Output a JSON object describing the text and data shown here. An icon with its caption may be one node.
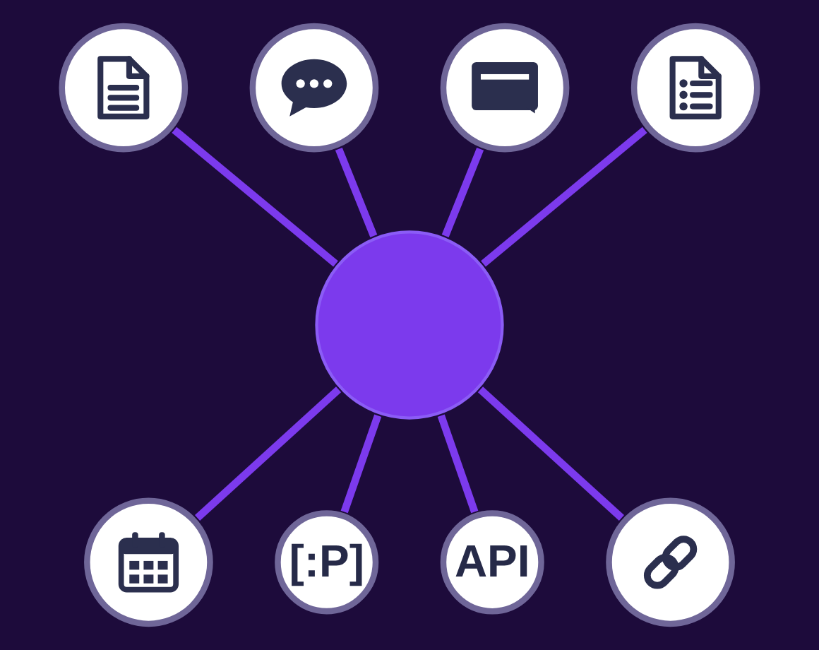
{
  "diagram": {
    "nodes": [
      {
        "text": [],
        "shape": "circle"
      },
      {
        "text": [],
        "shape": "circle"
      },
      {
        "text": [],
        "shape": "circle"
      },
      {
        "text": [],
        "shape": "circle"
      },
      {
        "text": [
          "[:P]"
        ]
      },
      {
        "text": [
          "API"
        ]
      },
      {
        "text": [],
        "shape": "circle"
      },
      {
        "text": [],
        "shape": "circle"
      },
      {
        "text": [],
        "shape": "circle"
      }
    ],
    "edges": [
      {
        "from": 1,
        "to": 0,
        "arrow": "none"
      },
      {
        "from": 2,
        "to": 0,
        "arrow": "none"
      },
      {
        "from": 0,
        "to": 3,
        "arrow": "none"
      },
      {
        "from": 0,
        "to": 4,
        "arrow": "none"
      },
      {
        "from": 0,
        "to": 5,
        "arrow": "none"
      },
      {
        "from": 0,
        "to": 6,
        "arrow": "none"
      },
      {
        "from": 7,
        "to": 0,
        "arrow": "none"
      },
      {
        "from": 8,
        "to": 0,
        "arrow": "none"
      }
    ]
  }
}
